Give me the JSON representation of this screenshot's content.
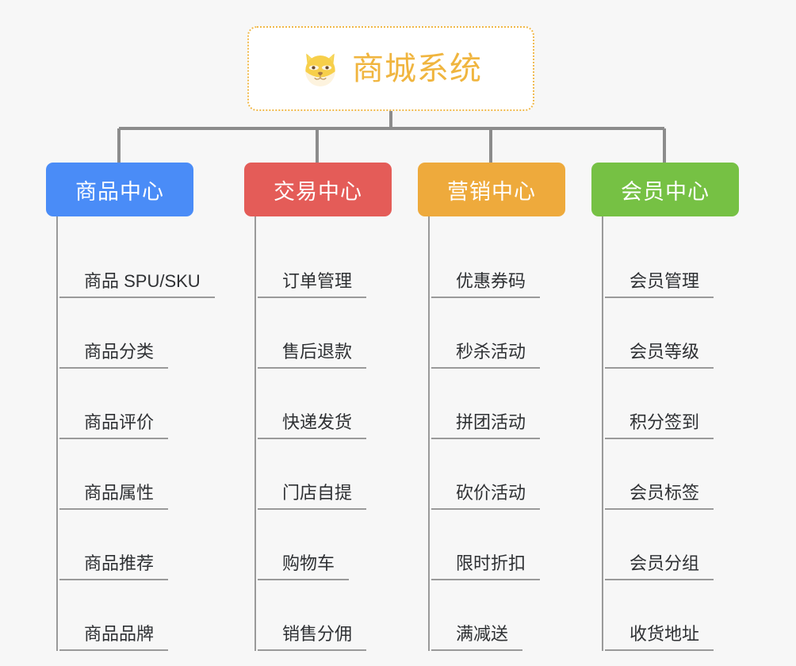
{
  "page": {
    "background_color": "#f7f7f7",
    "type": "mindmap"
  },
  "root": {
    "title": "商城系统",
    "icon": "shiba-dog-face-icon",
    "text_color": "#f0b53f",
    "border_color": "#f0b849",
    "background_color": "#ffffff"
  },
  "connector": {
    "color": "#8c8c8c"
  },
  "branches": [
    {
      "title": "商品中心",
      "color": "#4a8cf7",
      "spine_color": "#9a9a9a",
      "items": [
        {
          "label": "商品 SPU/SKU"
        },
        {
          "label": "商品分类"
        },
        {
          "label": "商品评价"
        },
        {
          "label": "商品属性"
        },
        {
          "label": "商品推荐"
        },
        {
          "label": "商品品牌"
        }
      ]
    },
    {
      "title": "交易中心",
      "color": "#e45c58",
      "spine_color": "#9a9a9a",
      "items": [
        {
          "label": "订单管理"
        },
        {
          "label": "售后退款"
        },
        {
          "label": "快递发货"
        },
        {
          "label": "门店自提"
        },
        {
          "label": "购物车"
        },
        {
          "label": "销售分佣"
        }
      ]
    },
    {
      "title": "营销中心",
      "color": "#eeaa3c",
      "spine_color": "#9a9a9a",
      "items": [
        {
          "label": "优惠券码"
        },
        {
          "label": "秒杀活动"
        },
        {
          "label": "拼团活动"
        },
        {
          "label": "砍价活动"
        },
        {
          "label": "限时折扣"
        },
        {
          "label": "满减送"
        }
      ]
    },
    {
      "title": "会员中心",
      "color": "#76c144",
      "spine_color": "#9a9a9a",
      "items": [
        {
          "label": "会员管理"
        },
        {
          "label": "会员等级"
        },
        {
          "label": "积分签到"
        },
        {
          "label": "会员标签"
        },
        {
          "label": "会员分组"
        },
        {
          "label": "收货地址"
        }
      ]
    }
  ]
}
